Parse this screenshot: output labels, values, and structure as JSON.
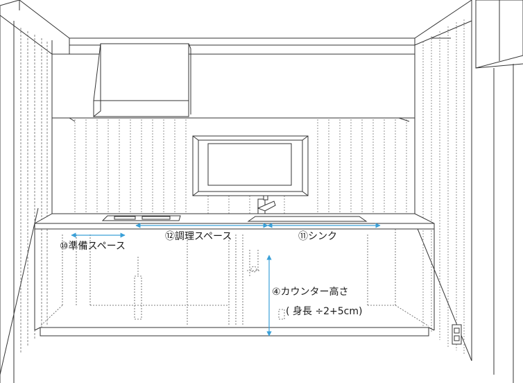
{
  "labels": {
    "prep_space": "⑩準備スペース",
    "cooking_space": "⑫調理スペース",
    "sink": "⑪シンク",
    "counter_height": "④カウンター高さ",
    "counter_formula": "( 身長 ÷2+5cm)"
  },
  "colors": {
    "line": "#333333",
    "dimension": "#3aa0d8",
    "background": "#ffffff"
  }
}
